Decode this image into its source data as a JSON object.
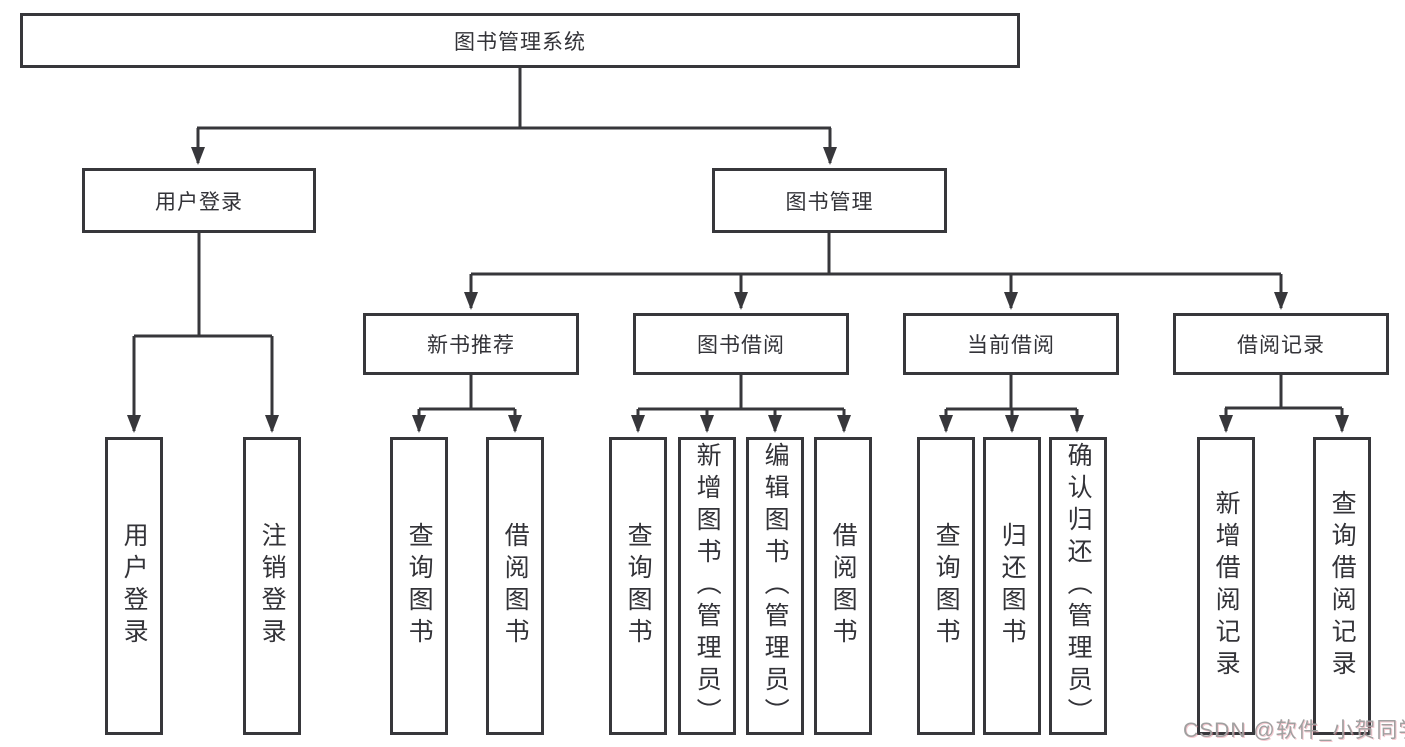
{
  "diagram": {
    "root": {
      "label": "图书管理系统",
      "children": [
        {
          "label": "用户登录",
          "children": [
            {
              "label": "用户登录"
            },
            {
              "label": "注销登录"
            }
          ]
        },
        {
          "label": "图书管理",
          "children": [
            {
              "label": "新书推荐",
              "children": [
                {
                  "label": "查询图书"
                },
                {
                  "label": "借阅图书"
                }
              ]
            },
            {
              "label": "图书借阅",
              "children": [
                {
                  "label": "查询图书"
                },
                {
                  "label": "新增图书（管理员）"
                },
                {
                  "label": "编辑图书（管理员）"
                },
                {
                  "label": "借阅图书"
                }
              ]
            },
            {
              "label": "当前借阅",
              "children": [
                {
                  "label": "查询图书"
                },
                {
                  "label": "归还图书"
                },
                {
                  "label": "确认归还（管理员）"
                }
              ]
            },
            {
              "label": "借阅记录",
              "children": [
                {
                  "label": "新增借阅记录"
                },
                {
                  "label": "查询借阅记录"
                }
              ]
            }
          ]
        }
      ]
    },
    "colors": {
      "line": "#37373b",
      "text": "#333338",
      "background": "#ffffff",
      "watermark": "#a0a0a0"
    }
  },
  "watermark": {
    "text": "CSDN @软件_小贺同学"
  }
}
